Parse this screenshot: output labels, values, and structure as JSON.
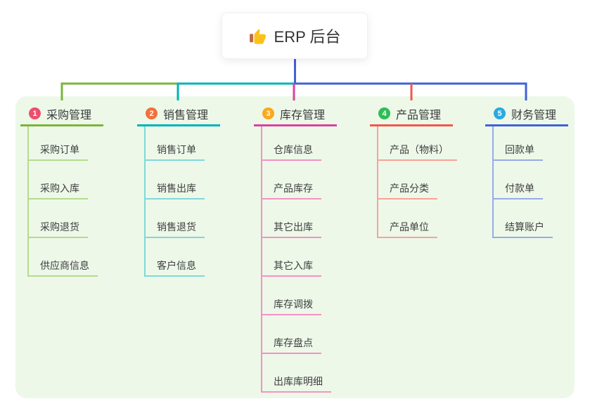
{
  "root": {
    "label": "ERP 后台",
    "icon": "thumbs-up-icon"
  },
  "branches": [
    {
      "number": "1",
      "label": "采购管理",
      "children": [
        "采购订单",
        "采购入库",
        "采购退货",
        "供应商信息"
      ],
      "colors": {
        "badge": "#ee4e6d",
        "main": "#7cb43c",
        "light": "#b5da8e"
      }
    },
    {
      "number": "2",
      "label": "销售管理",
      "children": [
        "销售订单",
        "销售出库",
        "销售退货",
        "客户信息"
      ],
      "colors": {
        "badge": "#f3703c",
        "main": "#00b3b9",
        "light": "#82d8d8"
      }
    },
    {
      "number": "3",
      "label": "库存管理",
      "children": [
        "仓库信息",
        "产品库存",
        "其它出库",
        "其它入库",
        "库存调拨",
        "库存盘点",
        "出库库明细"
      ],
      "colors": {
        "badge": "#fba81c",
        "main": "#da439d",
        "light": "#f591c5"
      }
    },
    {
      "number": "4",
      "label": "产品管理",
      "children": [
        "产品（物料）",
        "产品分类",
        "产品单位"
      ],
      "colors": {
        "badge": "#2ebe56",
        "main": "#f2574c",
        "light": "#f8a29a"
      }
    },
    {
      "number": "5",
      "label": "财务管理",
      "children": [
        "回款单",
        "付款单",
        "结算账户"
      ],
      "colors": {
        "badge": "#2ba9e1",
        "main": "#4161d8",
        "light": "#98abe5"
      }
    }
  ],
  "palette": {
    "trunk": "#4161d8",
    "panel_bg": "#edf8e9",
    "card_bg": "#ffffff",
    "text": "#3b3b3b"
  }
}
